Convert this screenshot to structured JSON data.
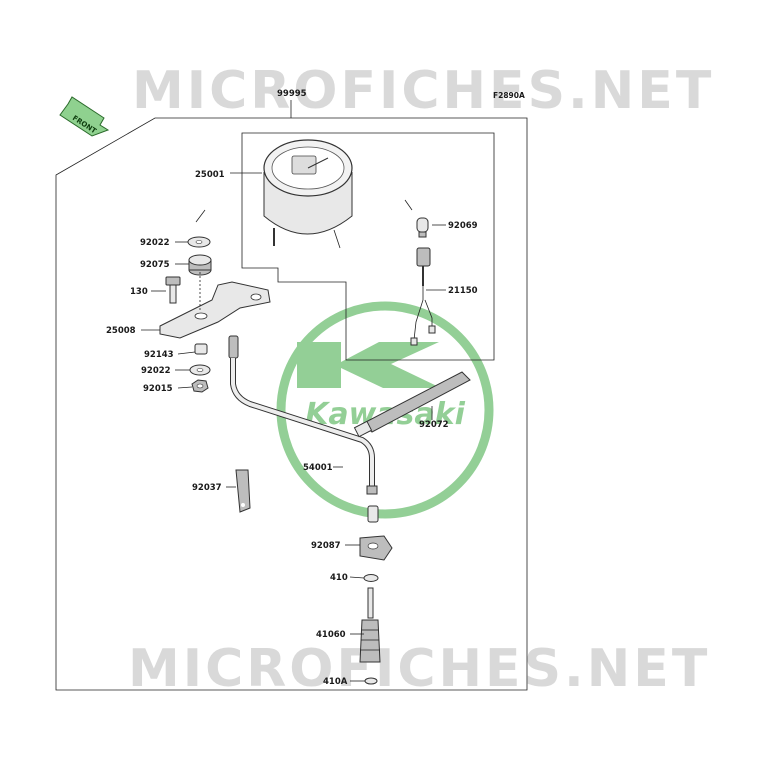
{
  "diagram": {
    "ref_code": "F2890A",
    "front_label": "FRONT",
    "watermark_text": "MICROFICHES.NET",
    "logo_text": "Kawasaki",
    "colors": {
      "logo_green": "#6fbf73",
      "line": "#222222",
      "watermark": "#d9d9d9"
    },
    "parts": [
      {
        "id": "p99995",
        "number": "99995"
      },
      {
        "id": "p25001",
        "number": "25001"
      },
      {
        "id": "p92069",
        "number": "92069"
      },
      {
        "id": "p92022a",
        "number": "92022"
      },
      {
        "id": "p92075",
        "number": "92075"
      },
      {
        "id": "p130",
        "number": "130"
      },
      {
        "id": "p21150",
        "number": "21150"
      },
      {
        "id": "p25008",
        "number": "25008"
      },
      {
        "id": "p92143",
        "number": "92143"
      },
      {
        "id": "p92022b",
        "number": "92022"
      },
      {
        "id": "p92015",
        "number": "92015"
      },
      {
        "id": "p92072",
        "number": "92072"
      },
      {
        "id": "p54001",
        "number": "54001"
      },
      {
        "id": "p92037",
        "number": "92037"
      },
      {
        "id": "p92087",
        "number": "92087"
      },
      {
        "id": "p410",
        "number": "410"
      },
      {
        "id": "p41060",
        "number": "41060"
      },
      {
        "id": "p410A",
        "number": "410A"
      }
    ]
  }
}
